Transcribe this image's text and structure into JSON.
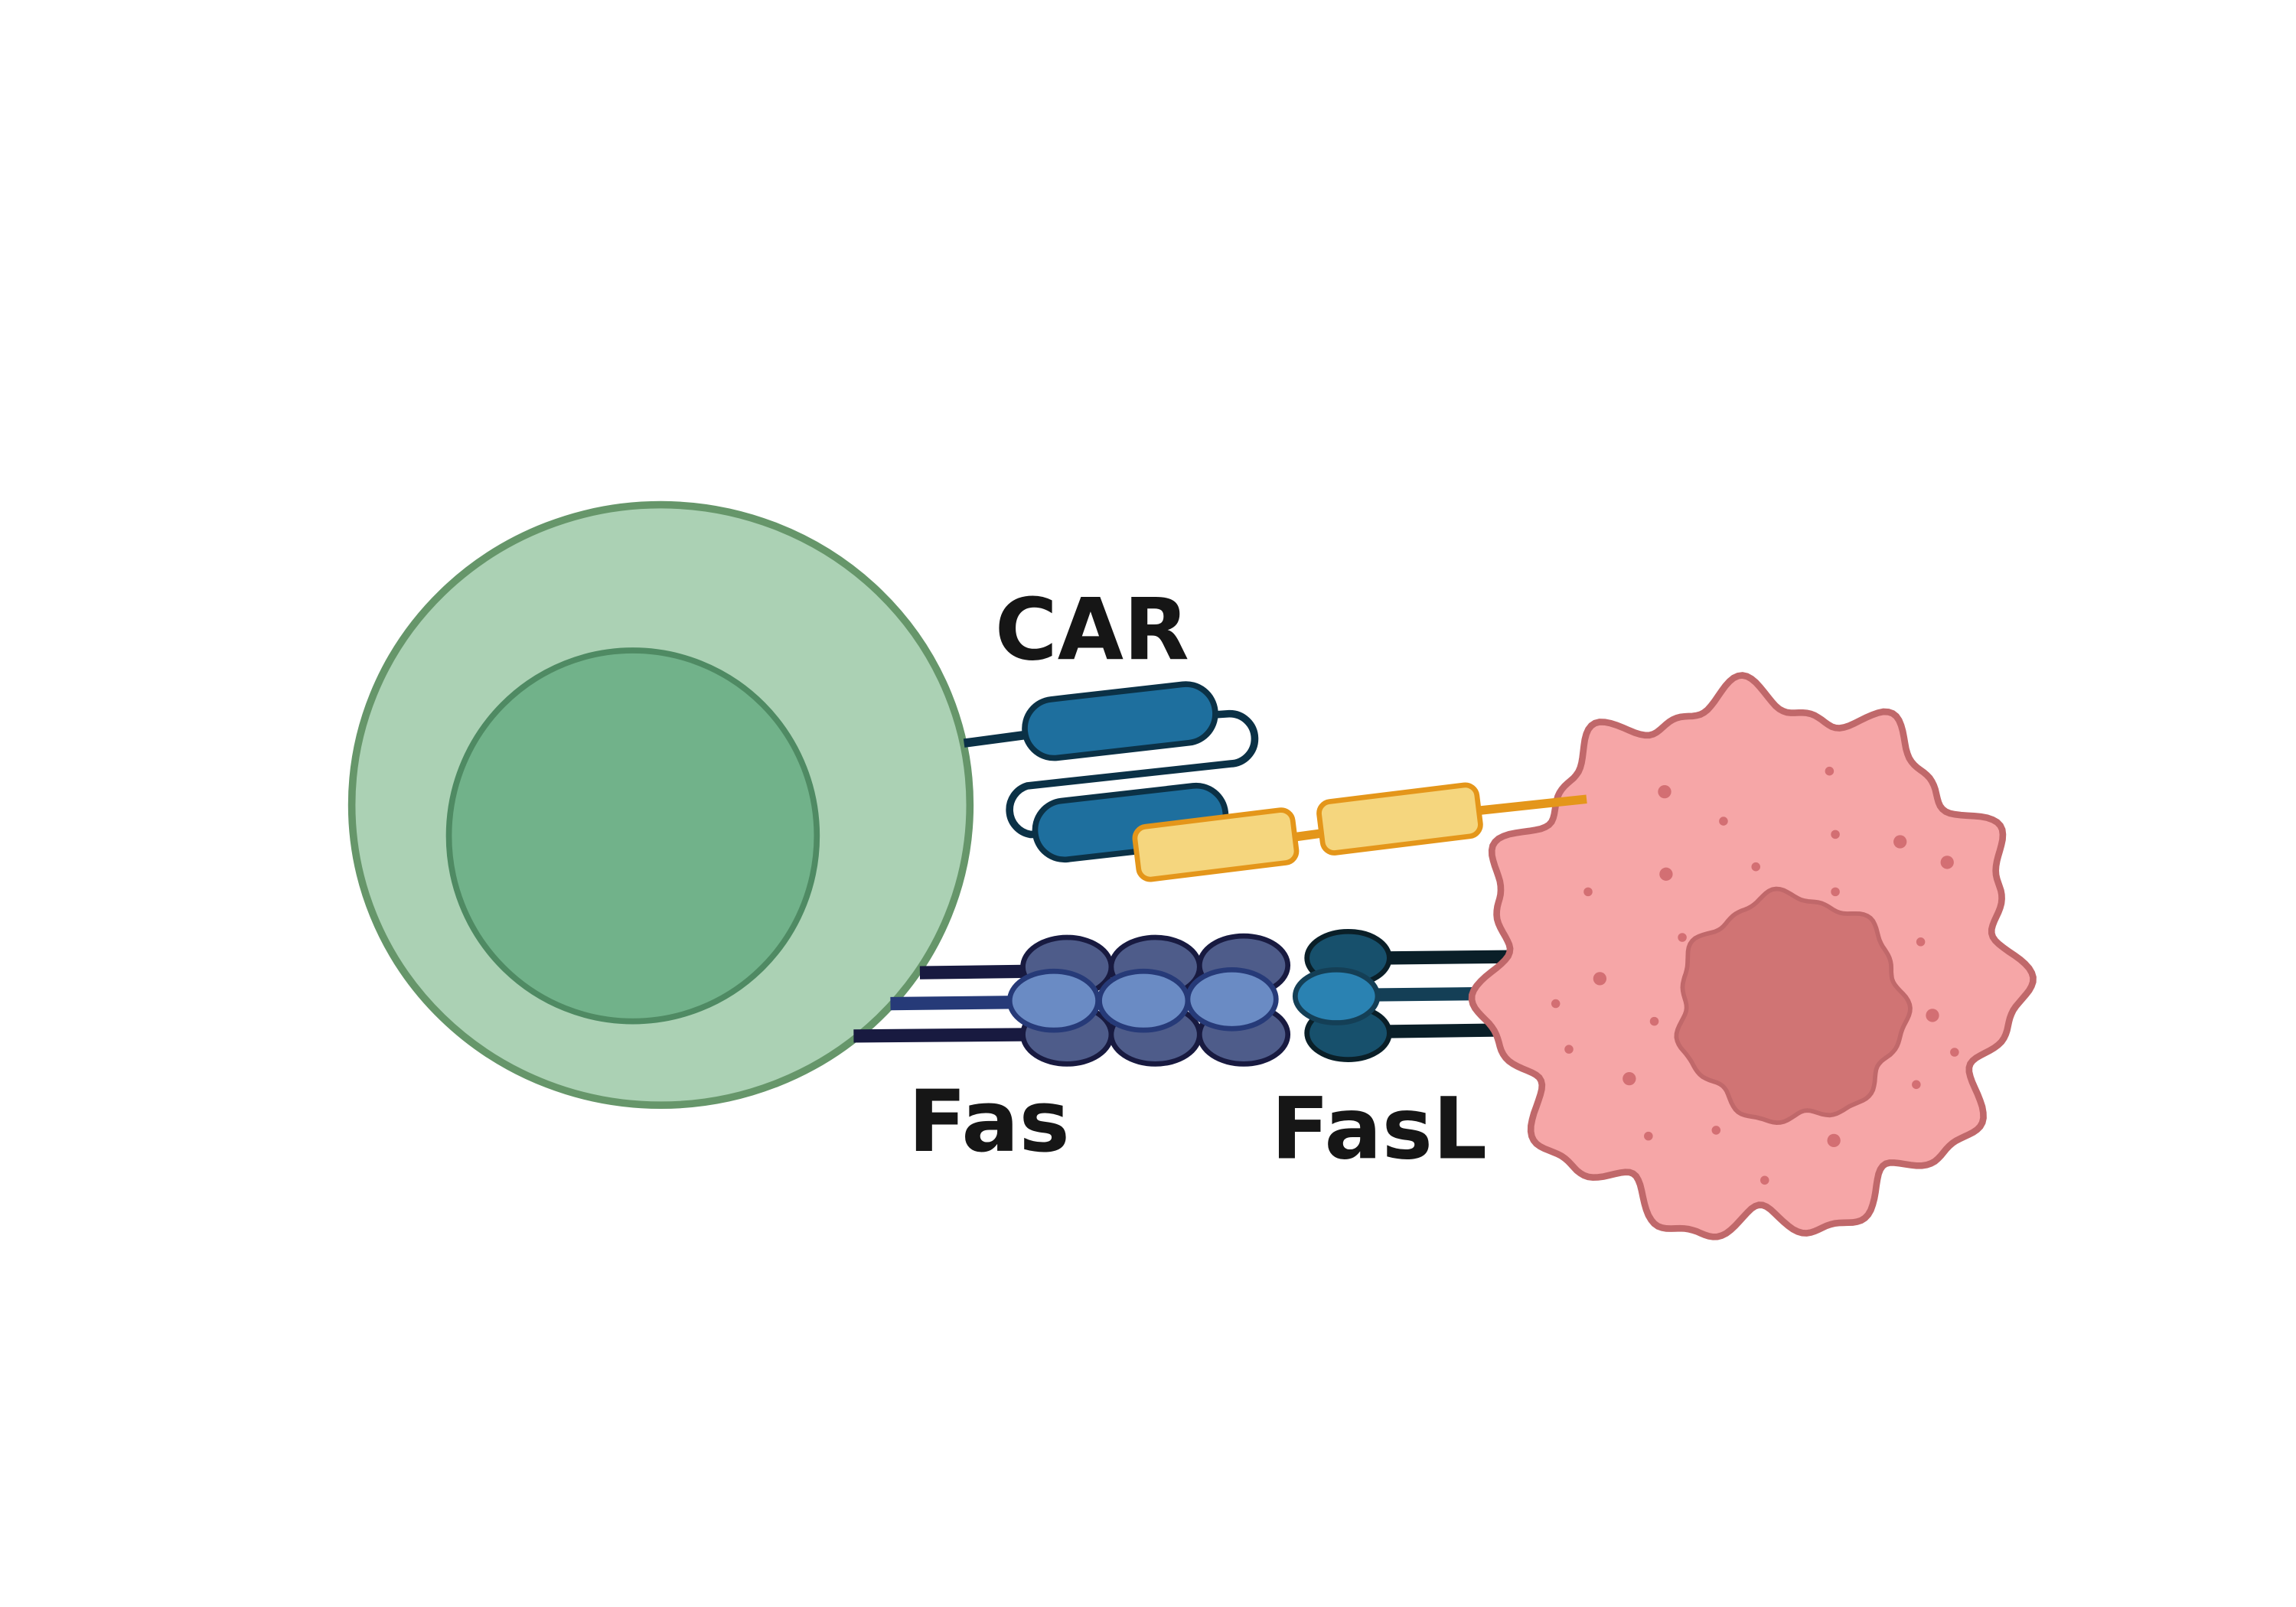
{
  "labels": {
    "car": "CAR",
    "fas": "Fas",
    "fasl": "FasL"
  },
  "colors": {
    "tcell_fill": "#abd1b4",
    "tcell_stroke": "#66966a",
    "tcell_nucleus": "#71b28a",
    "tcell_nucleus_stroke": "#4f8a63",
    "tumor_fill": "#f6a6a7",
    "tumor_stroke": "#c0686a",
    "tumor_nucleus": "#d07474",
    "car_blue": "#1e6f9e",
    "car_stroke": "#0b3146",
    "antigen_fill": "#f5d67e",
    "antigen_stroke": "#e4961a",
    "fas_dark": "#4e5c8a",
    "fas_light": "#6a8bc4",
    "fas_stroke": "#181a40",
    "fas_mid_stroke": "#263a78",
    "fasl_dark": "#17506c",
    "fasl_light": "#2a82b2",
    "fasl_stroke": "#0a1f28"
  }
}
